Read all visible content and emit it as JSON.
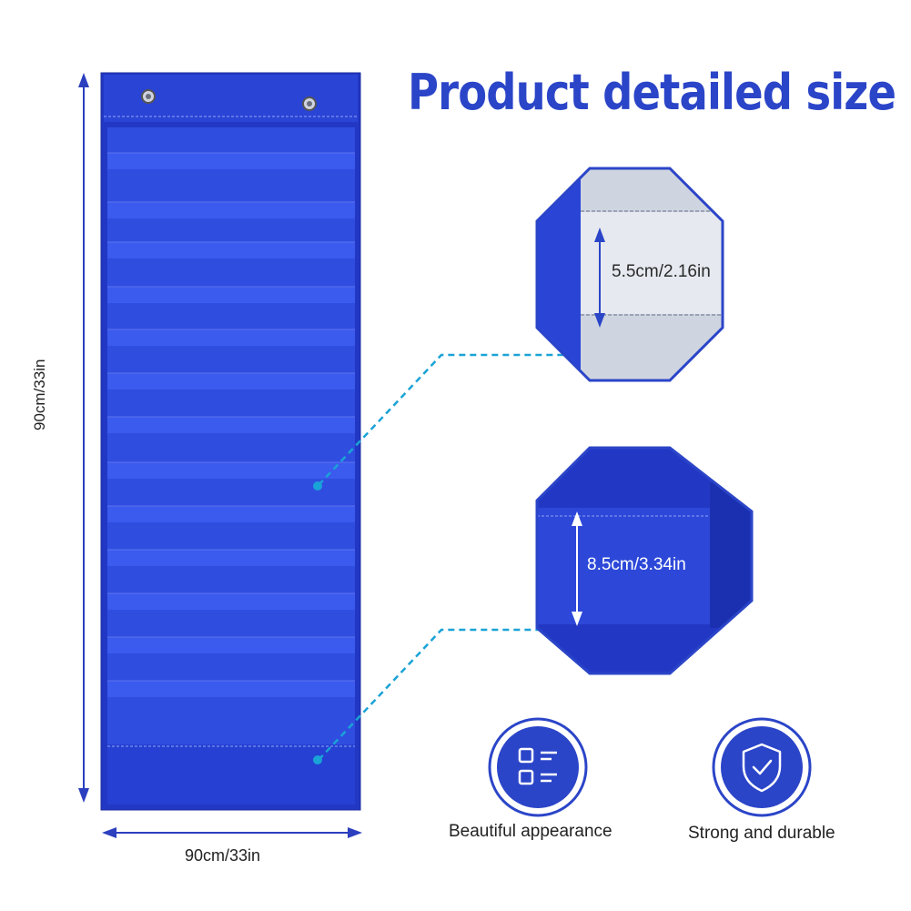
{
  "title": "Product detailed size",
  "dimensions": {
    "height_label": "90cm/33in",
    "width_label": "90cm/33in"
  },
  "details": {
    "pocket_gap": "5.5cm/2.16in",
    "pocket_height": "8.5cm/3.34in"
  },
  "features": [
    {
      "label": "Beautiful appearance",
      "icon": "list-grid-icon"
    },
    {
      "label": "Strong and durable",
      "icon": "shield-check-icon"
    }
  ],
  "colors": {
    "brand_blue": "#2b45c8",
    "chart_blue": "#1f36c9",
    "leader_cyan": "#1aa3d6"
  }
}
